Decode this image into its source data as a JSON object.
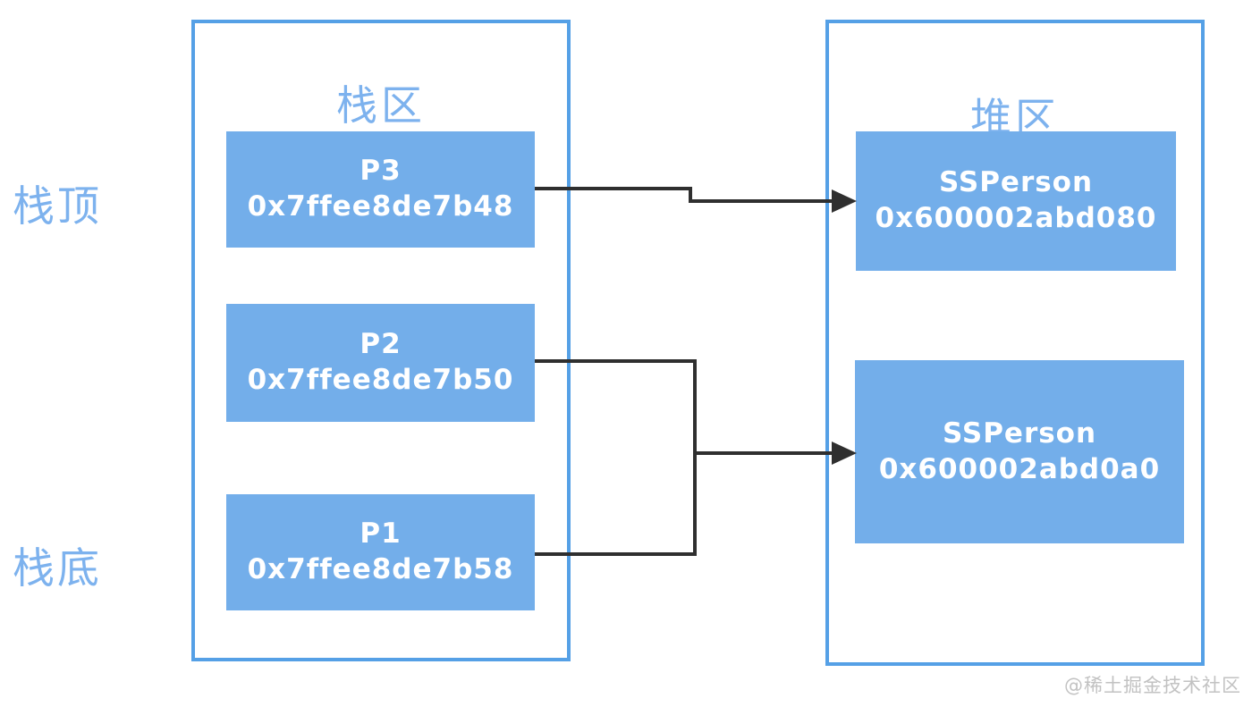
{
  "diagram": {
    "side_labels": {
      "top": "栈顶",
      "bottom": "栈底"
    },
    "stack_region": {
      "title": "栈区",
      "frames": [
        {
          "name": "P3",
          "address": "0x7ffee8de7b48"
        },
        {
          "name": "P2",
          "address": "0x7ffee8de7b50"
        },
        {
          "name": "P1",
          "address": "0x7ffee8de7b58"
        }
      ]
    },
    "heap_region": {
      "title": "堆区",
      "objects": [
        {
          "name": "SSPerson",
          "address": "0x600002abd080"
        },
        {
          "name": "SSPerson",
          "address": "0x600002abd0a0"
        }
      ]
    },
    "connections": [
      {
        "from": "P3",
        "to": "SSPerson 0x600002abd080"
      },
      {
        "from": "P2",
        "to": "SSPerson 0x600002abd0a0"
      },
      {
        "from": "P1",
        "to": "SSPerson 0x600002abd0a0"
      }
    ],
    "watermark": "@稀土掘金技术社区",
    "colors": {
      "box_fill": "#73aeea",
      "region_border": "#55a0e6",
      "label_text": "#7db2ee",
      "box_text": "#ffffff",
      "arrow": "#2f2f2f",
      "watermark_text": "#c2c2c2"
    }
  }
}
